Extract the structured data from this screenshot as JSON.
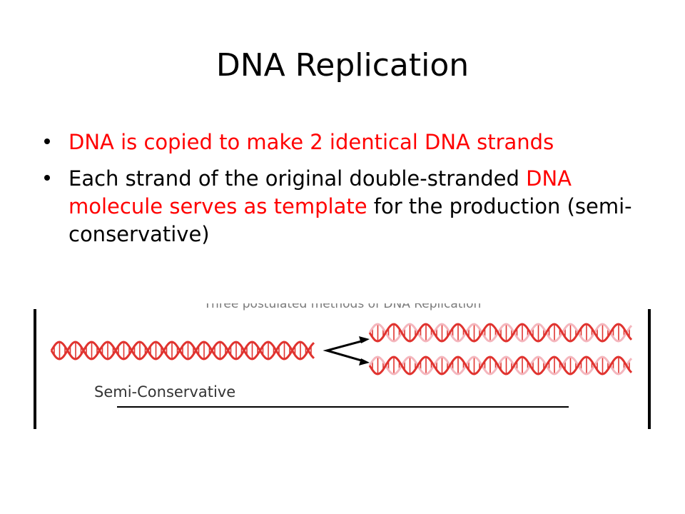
{
  "slide": {
    "title": "DNA Replication",
    "bullets": [
      {
        "text": "DNA is copied to make 2 identical DNA strands"
      },
      {
        "part1": "Each strand of the original double-stranded ",
        "part2": "DNA molecule serves as template",
        "part3": " for the production (semi-conservative)"
      }
    ]
  },
  "figure": {
    "label": "Semi-Conservative",
    "partial_caption": "Three postulated methods of DNA Replication"
  },
  "colors": {
    "accent": "#ff0000",
    "template_strand": "#e0332f",
    "new_strand": "#f4b6bd",
    "text": "#000000"
  }
}
